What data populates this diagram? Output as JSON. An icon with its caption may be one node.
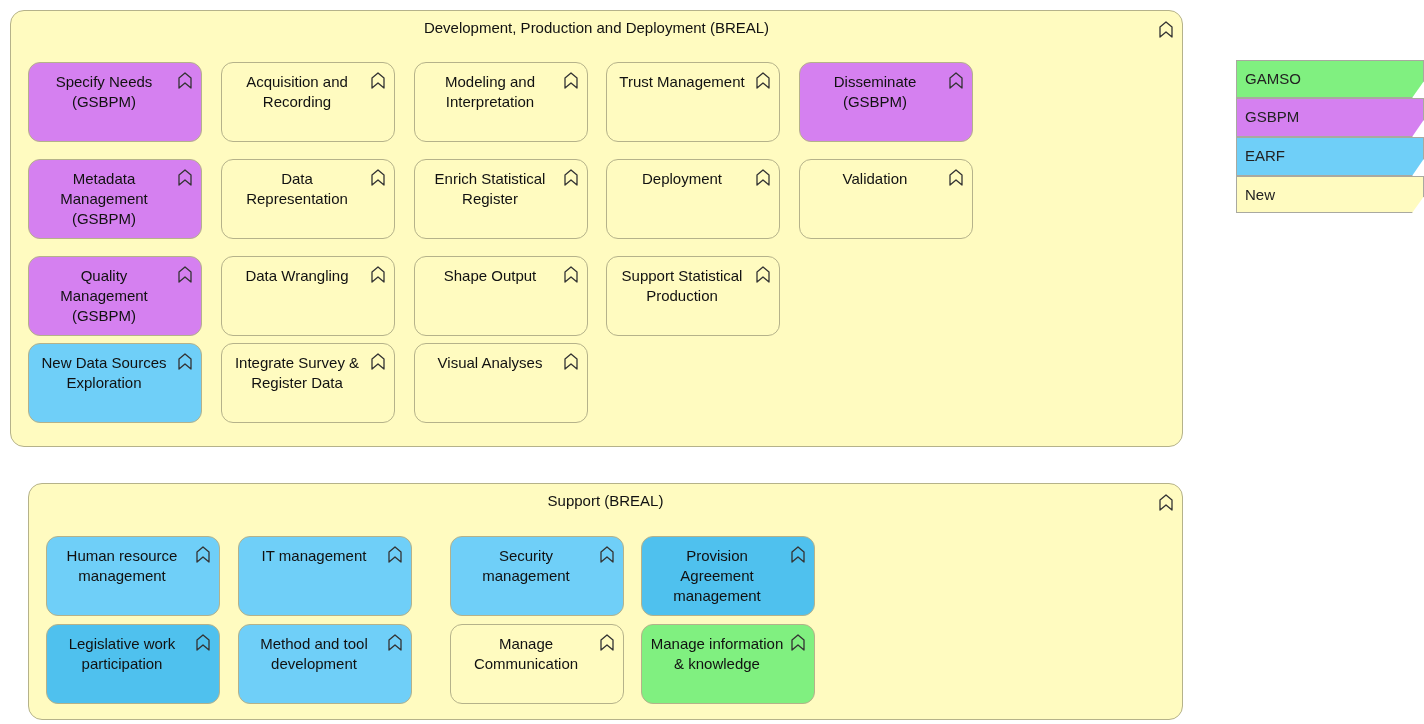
{
  "diagram": {
    "nodes": [
      {
        "text": [
          "Development, Production and Deployment (BREAL)"
        ]
      },
      {
        "text": [
          "Specify Needs (GSBPM)"
        ],
        "in": 0
      },
      {
        "text": [
          "Acquisition and Recording"
        ],
        "in": 0
      },
      {
        "text": [
          "Modeling and Interpretation"
        ],
        "in": 0
      },
      {
        "text": [
          "Trust Management"
        ],
        "in": 0
      },
      {
        "text": [
          "Disseminate (GSBPM)"
        ],
        "in": 0
      },
      {
        "text": [
          "Metadata Management (GSBPM)"
        ],
        "in": 0
      },
      {
        "text": [
          "Data Representation"
        ],
        "in": 0
      },
      {
        "text": [
          "Enrich Statistical Register"
        ],
        "in": 0
      },
      {
        "text": [
          "Deployment"
        ],
        "in": 0
      },
      {
        "text": [
          "Validation"
        ],
        "in": 0
      },
      {
        "text": [
          "Quality Management (GSBPM)"
        ],
        "in": 0
      },
      {
        "text": [
          "Data Wrangling"
        ],
        "in": 0
      },
      {
        "text": [
          "Shape Output"
        ],
        "in": 0
      },
      {
        "text": [
          "Support Statistical Production"
        ],
        "in": 0
      },
      {
        "text": [
          "New Data Sources Exploration"
        ],
        "in": 0
      },
      {
        "text": [
          "Integrate Survey & Register Data"
        ],
        "in": 0
      },
      {
        "text": [
          "Visual Analyses"
        ],
        "in": 0
      },
      {
        "text": [
          "Support (BREAL)"
        ]
      },
      {
        "text": [
          "Human resource management"
        ],
        "in": 18
      },
      {
        "text": [
          "IT management"
        ],
        "in": 18
      },
      {
        "text": [
          "Security management"
        ],
        "in": 18
      },
      {
        "text": [
          "Provision Agreement management"
        ],
        "in": 18
      },
      {
        "text": [
          "Legislative work participation"
        ],
        "in": 18
      },
      {
        "text": [
          "Method and tool development"
        ],
        "in": 18
      },
      {
        "text": [
          "Manage Communication"
        ],
        "in": 18
      },
      {
        "text": [
          "Manage information & knowledge"
        ],
        "in": 18
      }
    ],
    "legend": [
      {
        "text": "GAMSO",
        "color": "#80f080"
      },
      {
        "text": "GSBPM",
        "color": "#d580f0"
      },
      {
        "text": "EARF",
        "color": "#6fcff8"
      },
      {
        "text": "New",
        "color": "#fffbc0"
      }
    ]
  }
}
